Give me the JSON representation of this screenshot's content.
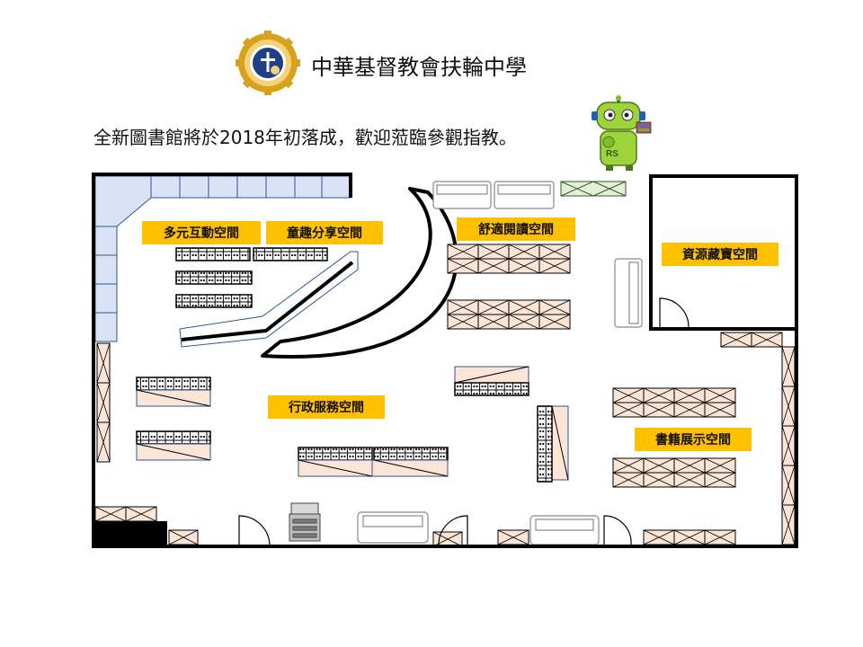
{
  "header": {
    "school_name": "中華基督教會扶輪中學",
    "logo_icon": "rotary-gear-school-crest-icon",
    "mascot_icon": "green-robot-mascot-icon",
    "mascot_badge": "RS"
  },
  "announcement": "全新圖書館將於2018年初落成，歡迎蒞臨參觀指教。",
  "zones": {
    "multimedia": "多元互動空間",
    "children_sharing": "童趣分享空間",
    "reading": "舒適閱讀空間",
    "archive": "資源藏寶空間",
    "admin_service": "行政服務空間",
    "book_display": "書籍展示空間"
  },
  "colors": {
    "zone_label": "#ffc000",
    "bookshelf_fill": "#fbe5d6",
    "window_fill": "#dae3f3",
    "wall": "#000000",
    "planter_fill": "#e2f0d9"
  }
}
